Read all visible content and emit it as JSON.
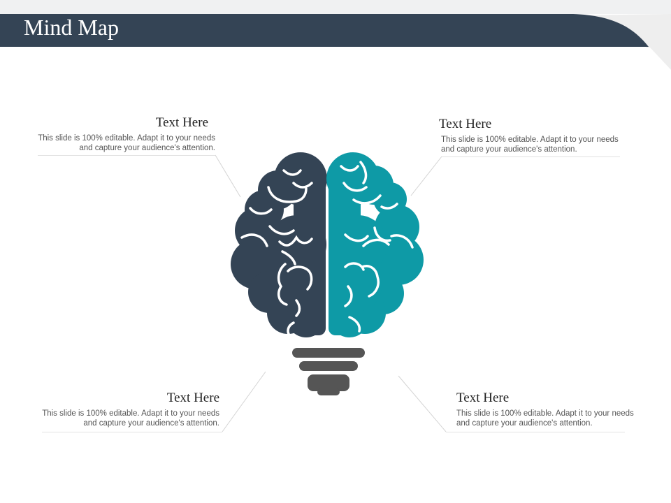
{
  "slide": {
    "title": "Mind Map"
  },
  "colors": {
    "header": "#344455",
    "left_hemisphere": "#344455",
    "right_hemisphere": "#0e9aa6",
    "bulb_base": "#555555",
    "connector": "#d0d0d0"
  },
  "blocks": [
    {
      "heading": "Text Here",
      "body": "This slide is 100% editable. Adapt it to your needs and capture your audience's attention."
    },
    {
      "heading": "Text Here",
      "body": "This slide is 100% editable. Adapt it to your needs and capture your audience's attention."
    },
    {
      "heading": "Text Here",
      "body": "This slide is 100% editable. Adapt it to your needs and capture your audience's attention."
    },
    {
      "heading": "Text Here",
      "body": "This slide is 100% editable. Adapt it to your needs and capture your audience's attention."
    }
  ]
}
